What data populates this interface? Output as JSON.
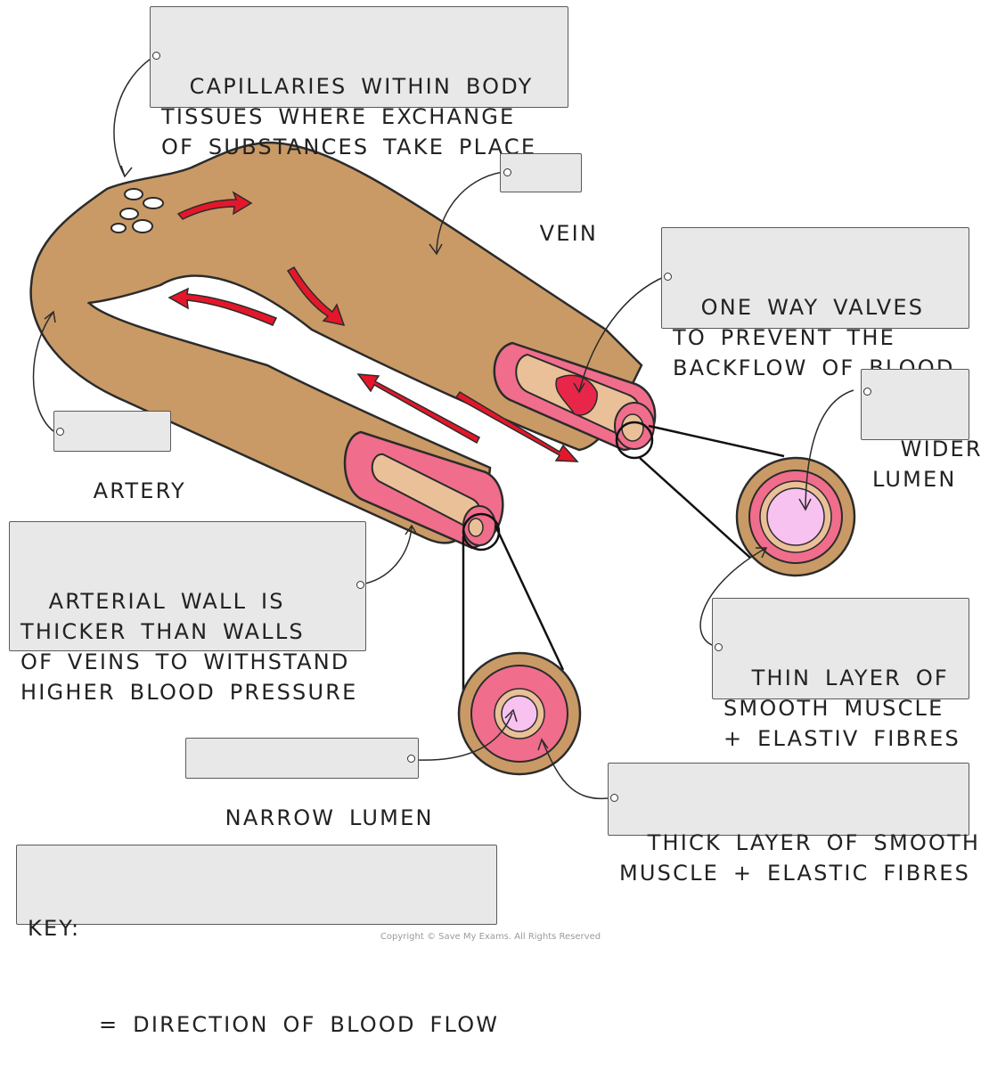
{
  "labels": {
    "capillaries": "CAPILLARIES WITHIN BODY\nTISSUES WHERE EXCHANGE\nOF SUBSTANCES TAKE PLACE",
    "vein": "VEIN",
    "valves": "ONE WAY VALVES\nTO PREVENT THE\nBACKFLOW OF BLOOD",
    "wider_lumen": "WIDER\nLUMEN",
    "artery": "ARTERY",
    "arterial_wall": "ARTERIAL WALL IS\nTHICKER THAN WALLS\nOF VEINS TO WITHSTAND\nHIGHER BLOOD PRESSURE",
    "thin_layer": "THIN LAYER OF\nSMOOTH MUSCLE\n+ ELASTIV FIBRES",
    "narrow_lumen": "NARROW LUMEN",
    "thick_layer": "THICK LAYER OF SMOOTH\nMUSCLE + ELASTIC FIBRES"
  },
  "key": {
    "title": "KEY:",
    "entry": "= DIRECTION OF BLOOD FLOW"
  },
  "copyright": "Copyright © Save My Exams. All Rights Reserved",
  "colors": {
    "vessel": "#c99a66",
    "vessel_outline": "#2b2b2b",
    "wall_pink": "#f06d8c",
    "lumen_tan": "#e9c097",
    "lumen_pink": "#f8c2f0",
    "arrow_red": "#e4172a",
    "label_bg": "#e8e8e8"
  }
}
